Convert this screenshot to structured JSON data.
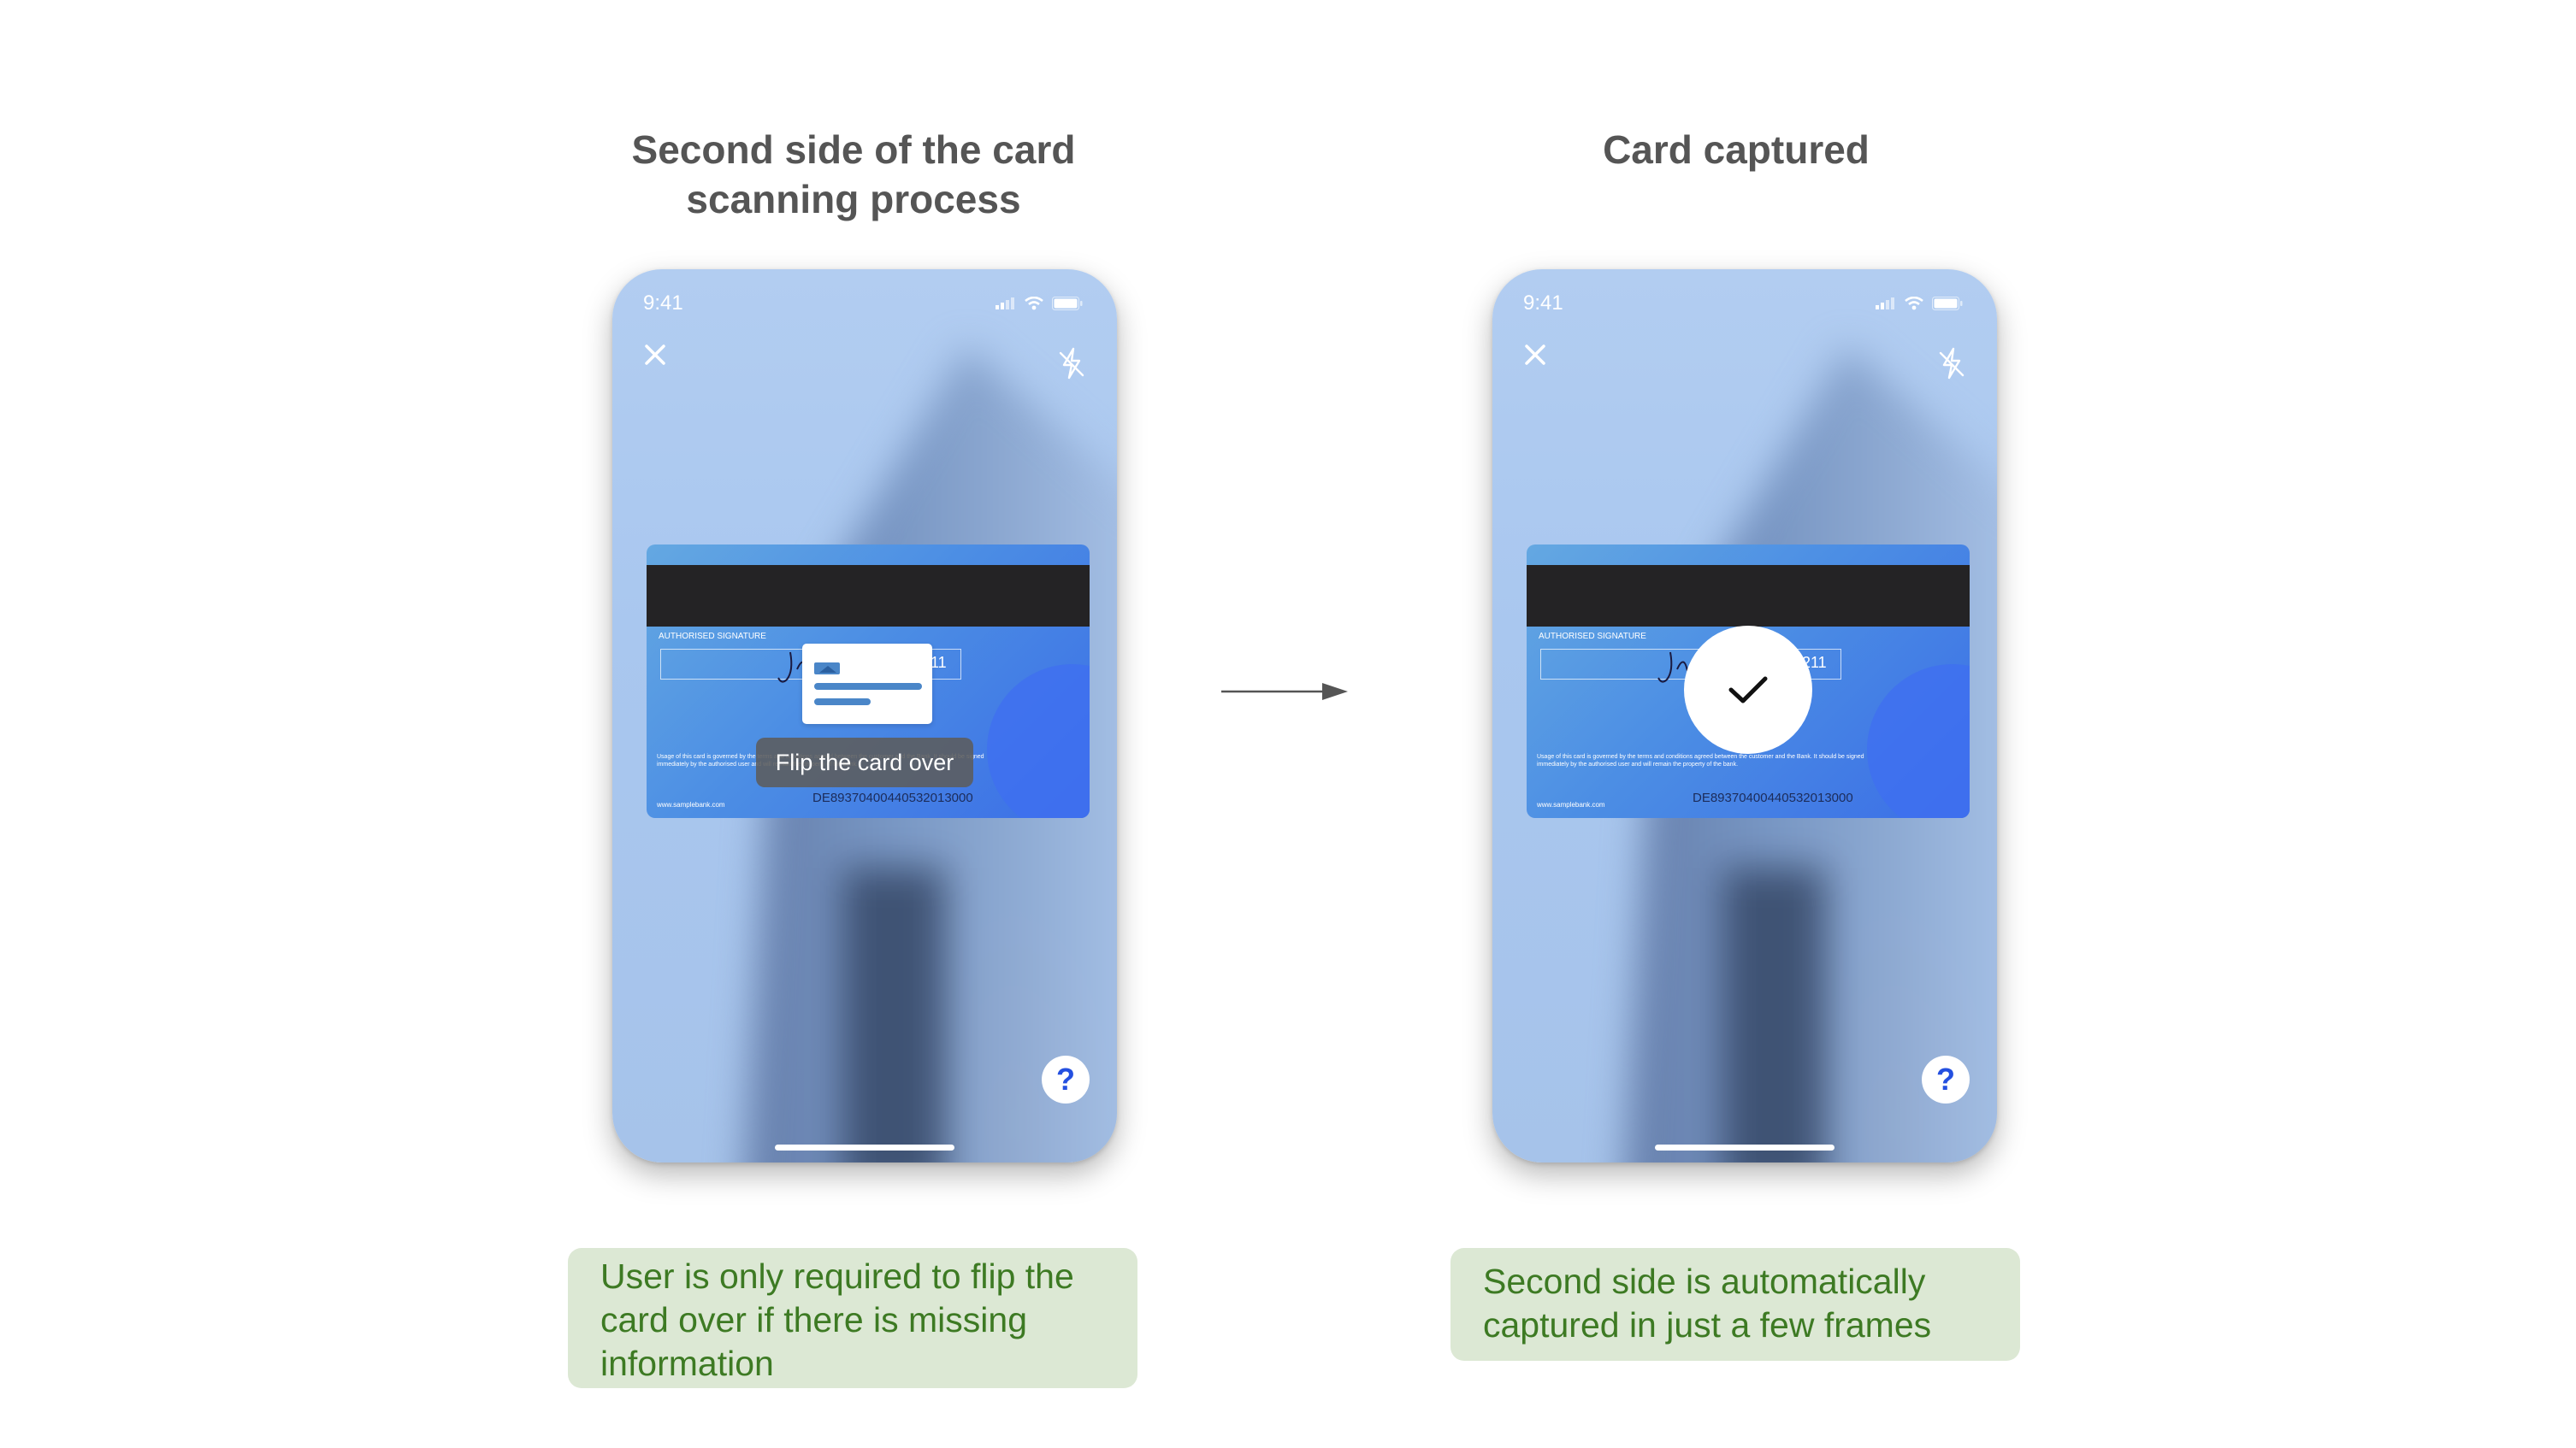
{
  "colors": {
    "title_text": "#555555",
    "note_background": "#dce8d4",
    "note_text": "#3d7a23",
    "help_icon": "#2450e0",
    "arrow": "#555555"
  },
  "panels": [
    {
      "title": "Second side of the card\nscanning process",
      "status_time": "9:41",
      "card": {
        "auth_label": "AUTHORISED SIGNATURE",
        "sig_number": "211",
        "fine_print": "Usage of this card is governed by the terms and conditions agreed between the customer and the Bank. It should be signed immediately by the authorised user and will remain the property of the bank.",
        "iban": "DE89370400440532013000",
        "website": "www.samplebank.com"
      },
      "tooltip": "Flip the card over",
      "help_label": "?",
      "note": "User is only required to flip the card over if there is missing information"
    },
    {
      "title": "Card captured",
      "status_time": "9:41",
      "card": {
        "auth_label": "AUTHORISED SIGNATURE",
        "sig_number": "211",
        "fine_print": "Usage of this card is governed by the terms and conditions agreed between the customer and the Bank. It should be signed immediately by the authorised user and will remain the property of the bank.",
        "iban": "DE89370400440532013000",
        "website": "www.samplebank.com"
      },
      "help_label": "?",
      "note": "Second side is automatically captured in just a few frames"
    }
  ],
  "icons": {
    "close": "close-icon",
    "flash": "flash-off-icon",
    "signal": "signal-icon",
    "wifi": "wifi-icon",
    "battery": "battery-icon",
    "check": "checkmark-icon",
    "help": "help-icon",
    "arrow": "arrow-right-icon"
  }
}
